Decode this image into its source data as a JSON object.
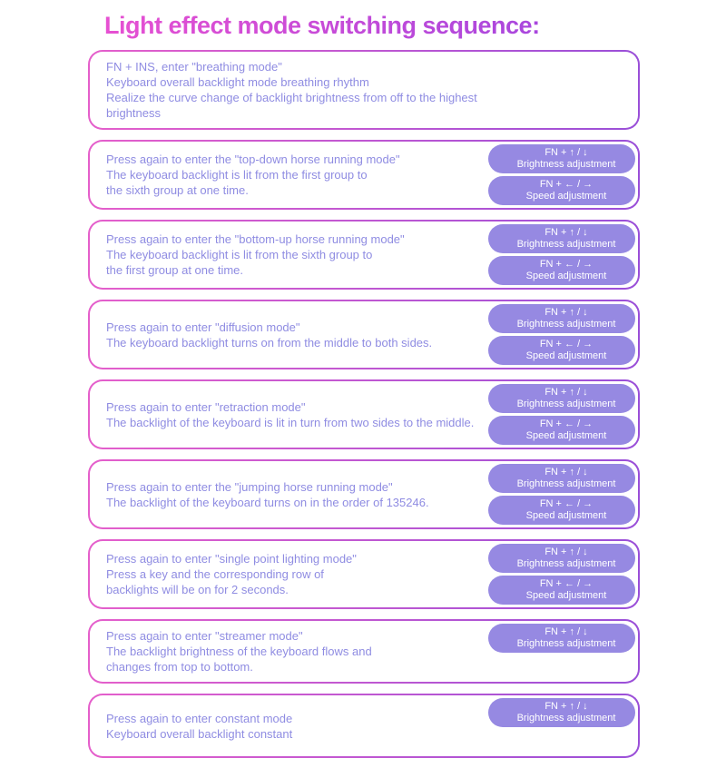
{
  "title": "Light effect mode switching sequence:",
  "colors": {
    "title_gradient_start": "#e750d2",
    "title_gradient_end": "#9a44e0",
    "card_border_gradient_start": "#e55fcb",
    "card_border_gradient_end": "#9a4fd8",
    "body_text": "#8f8ce2",
    "pill_background": "#9689e2",
    "pill_text": "#ffffff",
    "page_background": "#ffffff"
  },
  "pill_defs": {
    "brightness": {
      "name": "brightness-adjustment",
      "keys": "FN + ↑ / ↓",
      "label": "Brightness adjustment"
    },
    "speed": {
      "name": "speed-adjustment",
      "keys": "FN + ← / →",
      "label": "Speed adjustment"
    }
  },
  "cards": [
    {
      "lines": [
        "FN + INS, enter \"breathing mode\"",
        "Keyboard overall backlight mode breathing rhythm",
        "Realize the curve change of backlight brightness from off to the highest brightness"
      ],
      "pills": []
    },
    {
      "lines": [
        "Press again to enter the \"top-down horse running mode\"",
        "The keyboard backlight is lit from the first group to",
        "the sixth group at one time."
      ],
      "pills": [
        "brightness",
        "speed"
      ]
    },
    {
      "lines": [
        "Press again to enter the \"bottom-up horse running mode\"",
        "The keyboard backlight is lit from the sixth group to",
        "the first group at one time."
      ],
      "pills": [
        "brightness",
        "speed"
      ]
    },
    {
      "lines": [
        "Press again to enter \"diffusion mode\"",
        "The keyboard backlight turns on from the middle to both sides."
      ],
      "pills": [
        "brightness",
        "speed"
      ]
    },
    {
      "lines": [
        "Press again to enter \"retraction mode\"",
        "The backlight of the keyboard is lit in turn from two sides to the middle."
      ],
      "pills": [
        "brightness",
        "speed"
      ]
    },
    {
      "lines": [
        "Press again to enter the \"jumping horse running mode\"",
        "The backlight of the keyboard turns on in the order of 135246."
      ],
      "pills": [
        "brightness",
        "speed"
      ]
    },
    {
      "lines": [
        "Press again to enter \"single point lighting mode\"",
        "Press a key and the corresponding row of",
        "backlights will be on for 2 seconds."
      ],
      "pills": [
        "brightness",
        "speed"
      ]
    },
    {
      "lines": [
        "Press again to enter \"streamer mode\"",
        "The backlight brightness of the keyboard flows and",
        "changes from top to bottom."
      ],
      "pills": [
        "brightness"
      ]
    },
    {
      "lines": [
        "Press again to enter constant mode",
        "Keyboard overall backlight constant"
      ],
      "pills": [
        "brightness"
      ]
    }
  ]
}
